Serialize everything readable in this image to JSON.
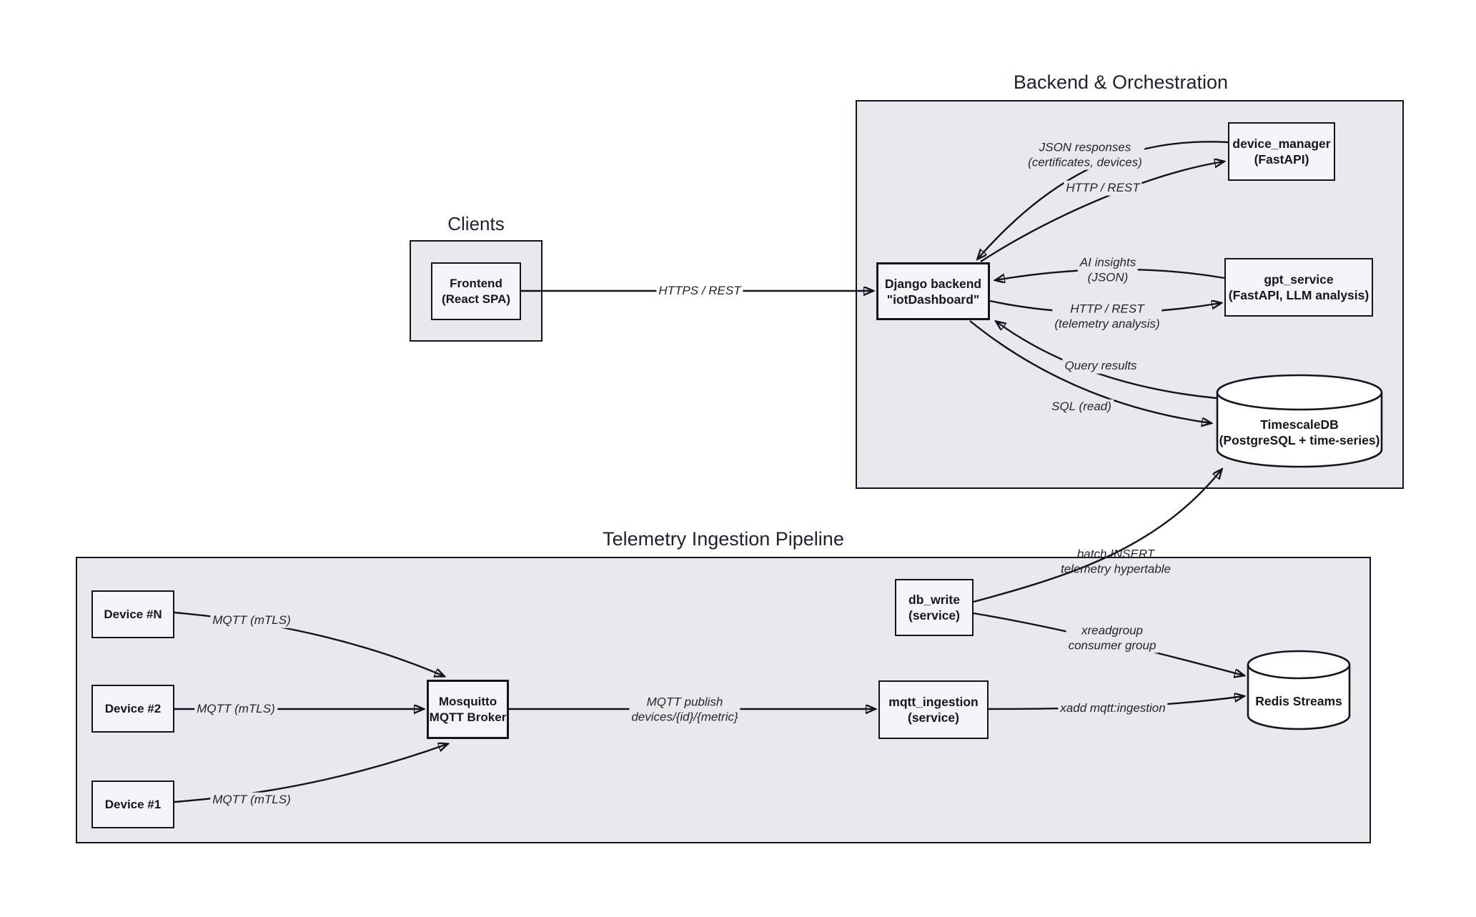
{
  "diagram": {
    "type": "architecture-diagram",
    "colors": {
      "canvas_bg": "#ffffff",
      "group_fill": "#e8e9ec",
      "node_fill": "#f4f5f9",
      "cylinder_fill": "#ffffff",
      "border": "#13141f",
      "edge_stroke": "#11121d",
      "text": "#15161f"
    }
  },
  "groups": {
    "clients": {
      "title": "Clients"
    },
    "backend": {
      "title": "Backend & Orchestration"
    },
    "pipeline": {
      "title": "Telemetry Ingestion Pipeline"
    }
  },
  "nodes": {
    "frontend": {
      "line1": "Frontend",
      "line2": "(React SPA)"
    },
    "django": {
      "line1": "Django backend",
      "line2": "\"iotDashboard\""
    },
    "device_manager": {
      "line1": "device_manager",
      "line2": "(FastAPI)"
    },
    "gpt_service": {
      "line1": "gpt_service",
      "line2": "(FastAPI, LLM analysis)"
    },
    "timescaledb": {
      "line1": "TimescaleDB",
      "line2": "(PostgreSQL + time-series)"
    },
    "device_n": {
      "line1": "Device #N"
    },
    "device_2": {
      "line1": "Device #2"
    },
    "device_1": {
      "line1": "Device #1"
    },
    "mosquitto": {
      "line1": "Mosquitto",
      "line2": "MQTT Broker"
    },
    "mqtt_ingestion": {
      "line1": "mqtt_ingestion",
      "line2": "(service)"
    },
    "db_write": {
      "line1": "db_write",
      "line2": "(service)"
    },
    "redis": {
      "line1": "Redis Streams"
    }
  },
  "edge_labels": {
    "https_rest": "HTTPS / REST",
    "http_rest_dm": "HTTP / REST",
    "json_responses_1": "JSON responses",
    "json_responses_2": "(certificates, devices)",
    "ai_insights_1": "AI insights",
    "ai_insights_2": "(JSON)",
    "http_rest_telemetry_1": "HTTP / REST",
    "http_rest_telemetry_2": "(telemetry analysis)",
    "query_results": "Query results",
    "sql_read": "SQL (read)",
    "mqtt_mtls_n": "MQTT (mTLS)",
    "mqtt_mtls_2": "MQTT (mTLS)",
    "mqtt_mtls_1": "MQTT (mTLS)",
    "mqtt_publish_1": "MQTT publish",
    "mqtt_publish_2": "devices/{id}/{metric}",
    "xadd": "xadd mqtt:ingestion",
    "xreadgroup_1": "xreadgroup",
    "xreadgroup_2": "consumer group",
    "batch_insert_1": "batch INSERT",
    "batch_insert_2": "telemetry hypertable"
  }
}
